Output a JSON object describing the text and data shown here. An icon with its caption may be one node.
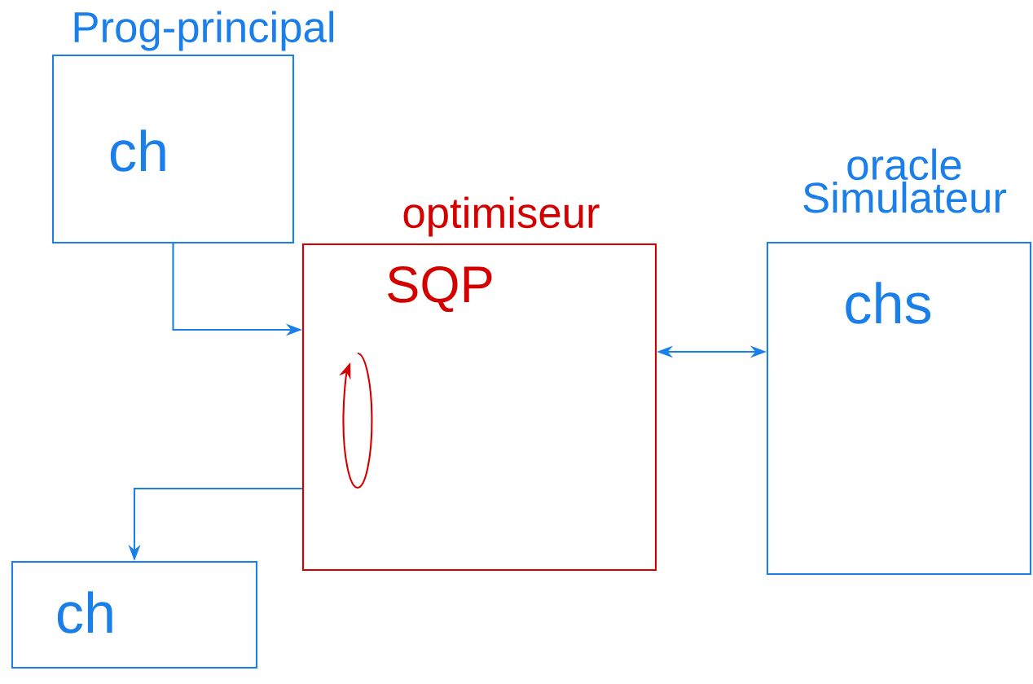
{
  "diagram": {
    "nodes": [
      {
        "text": [
          "Prog-principal",
          "ch"
        ]
      },
      {
        "text": [
          "optimiseur",
          "SQP"
        ]
      },
      {
        "text": [
          "oracle Simulateur",
          "chs"
        ]
      },
      {
        "text": [
          "ch"
        ]
      }
    ],
    "edges": [
      {
        "from": 0,
        "to": 1,
        "arrow": "to"
      },
      {
        "from": 1,
        "to": 2,
        "arrow": "both"
      },
      {
        "from": 1,
        "to": 3,
        "arrow": "to"
      },
      {
        "from": 1,
        "to": 1,
        "arrow": "to",
        "color": "#d40000"
      }
    ]
  }
}
